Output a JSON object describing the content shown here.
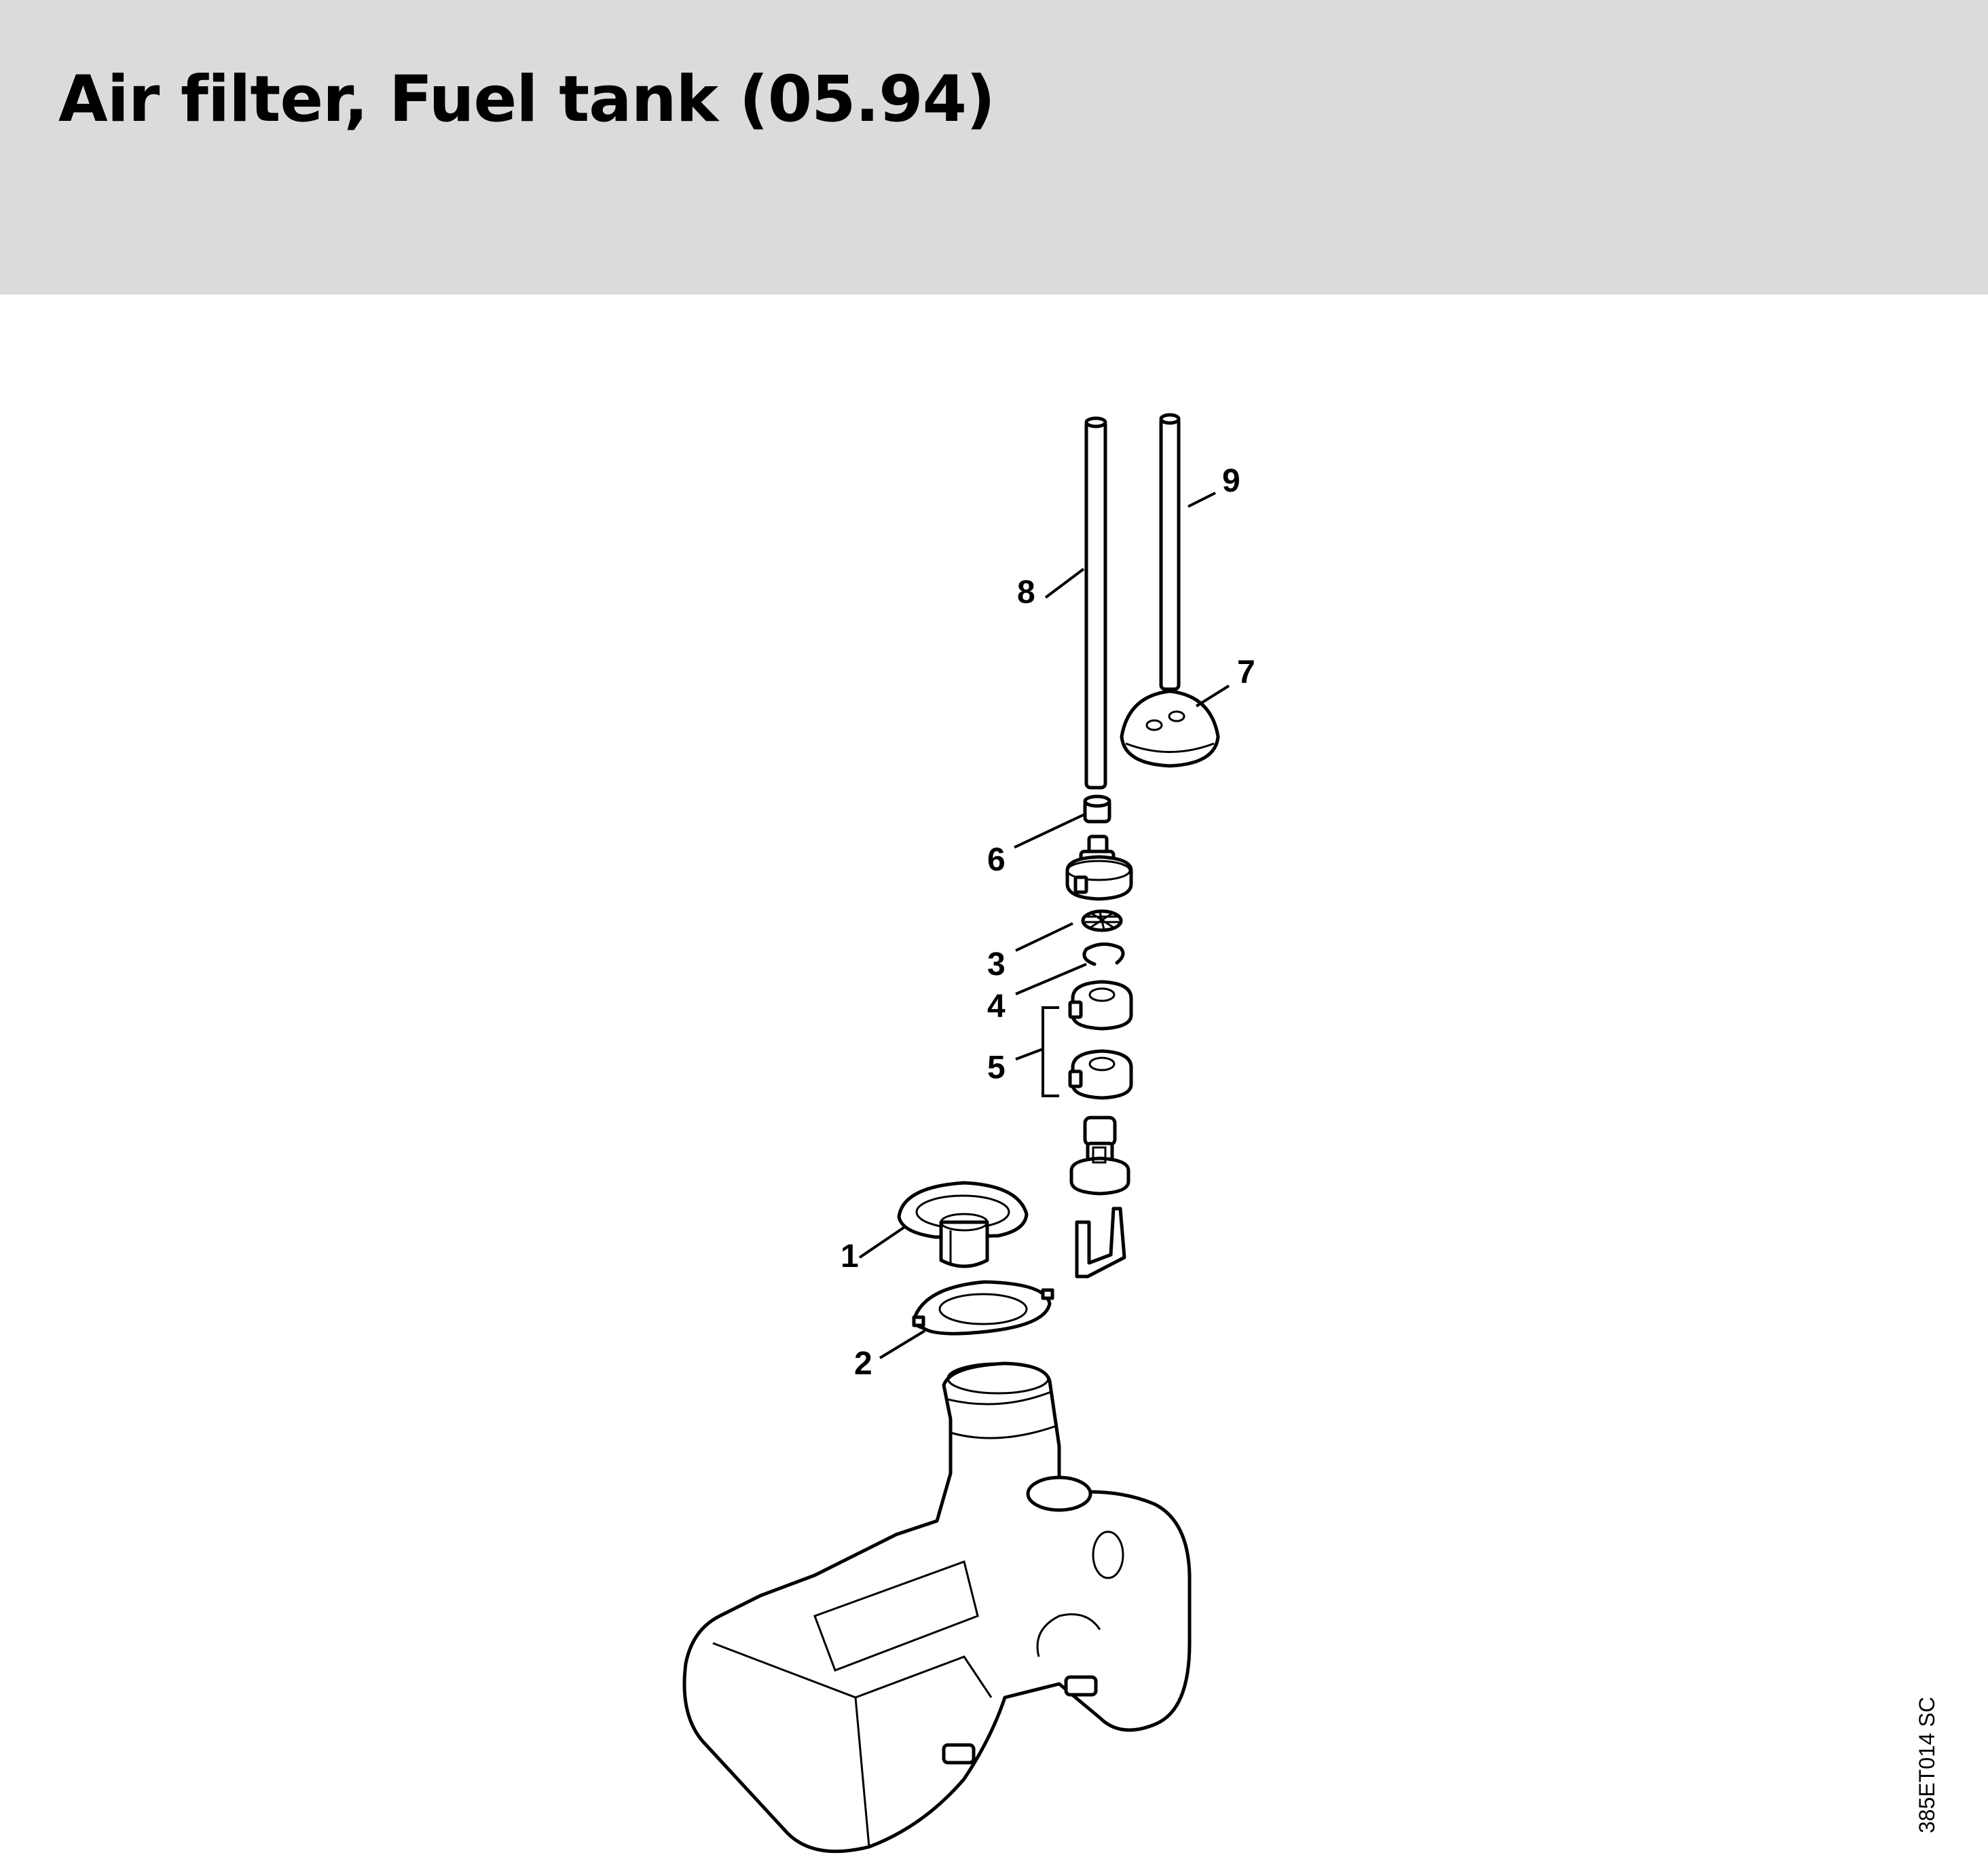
{
  "header": {
    "title": "Air filter, Fuel tank (05.94)"
  },
  "diagram": {
    "drawing_code": "385ET014 SC",
    "callouts": [
      "1",
      "2",
      "3",
      "4",
      "5",
      "6",
      "7",
      "8",
      "9"
    ]
  }
}
